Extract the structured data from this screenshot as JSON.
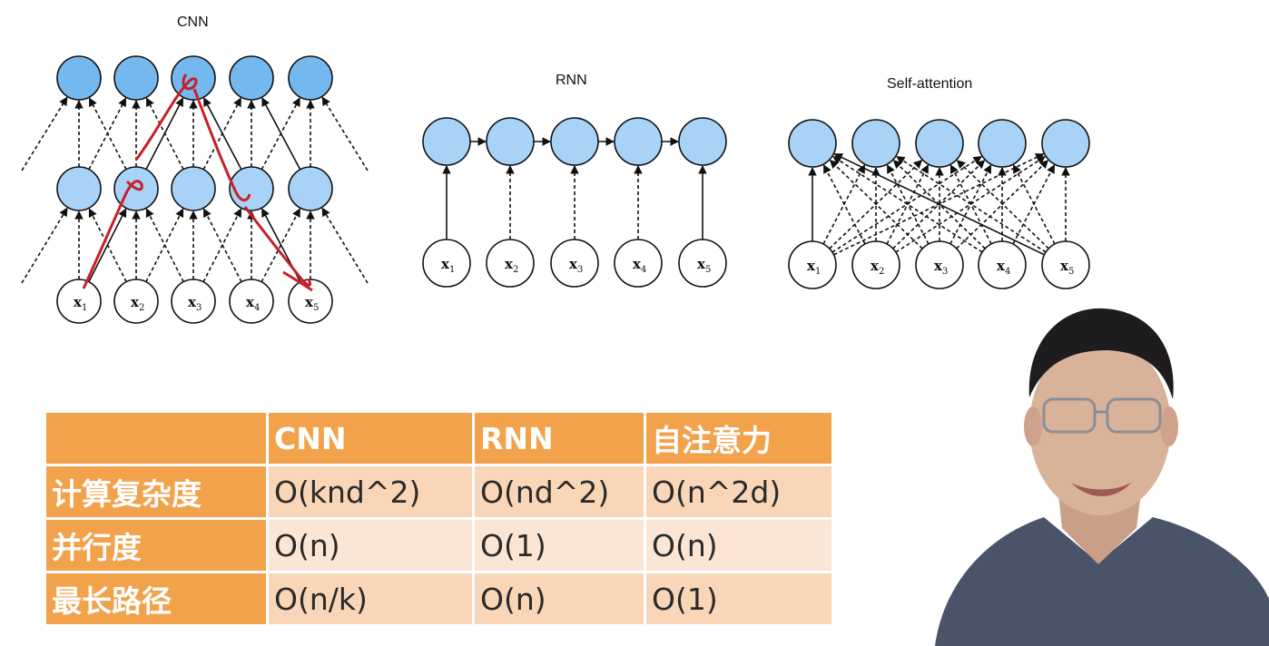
{
  "diagram": {
    "cnn_title": "CNN",
    "rnn_title": "RNN",
    "sa_title": "Self-attention",
    "inputs": [
      "x",
      "x",
      "x",
      "x",
      "x"
    ],
    "input_subscripts": [
      "1",
      "2",
      "3",
      "4",
      "5"
    ]
  },
  "table": {
    "headers": [
      "",
      "CNN",
      "RNN",
      "自注意力"
    ],
    "rows": [
      {
        "label": "计算复杂度",
        "cells": [
          "O(knd^2)",
          "O(nd^2)",
          "O(n^2d)"
        ]
      },
      {
        "label": "并行度",
        "cells": [
          "O(n)",
          "O(1)",
          "O(n)"
        ]
      },
      {
        "label": "最长路径",
        "cells": [
          "O(n/k)",
          "O(n)",
          "O(1)"
        ]
      }
    ]
  },
  "colors": {
    "node_fill": "#74b8f0",
    "node_light": "#a8d2f6",
    "annotation": "#c8202a",
    "table_header": "#f3a24c",
    "table_cell": "#f9d6b8"
  }
}
